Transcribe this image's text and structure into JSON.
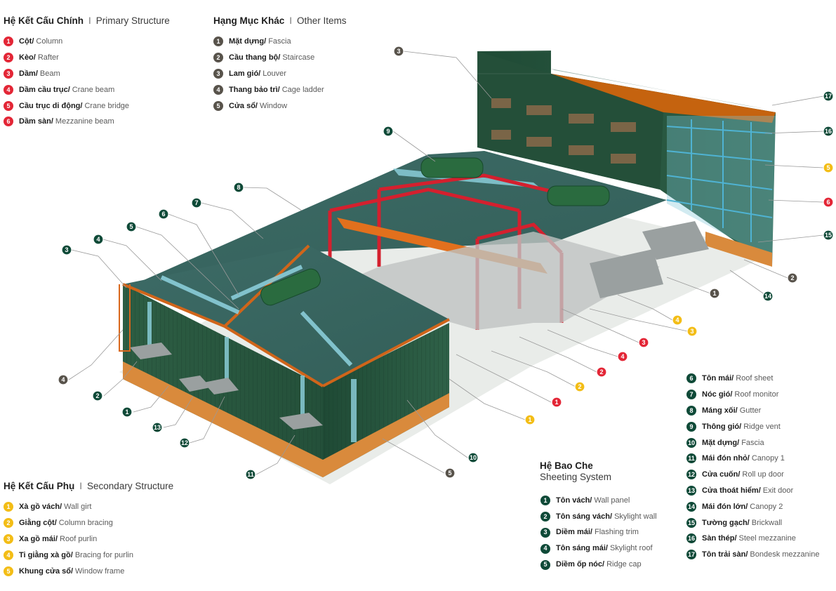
{
  "colors": {
    "red": "#e32636",
    "gray": "#58534b",
    "yellow": "#f3bd16",
    "green": "#0f4a38"
  },
  "primary": {
    "title_vi": "Hệ Kết Cấu Chính",
    "sep": "I",
    "title_en": "Primary Structure",
    "color": "red",
    "items": [
      {
        "n": "1",
        "vi": "Cột/",
        "en": "Column"
      },
      {
        "n": "2",
        "vi": "Kèo/",
        "en": "Rafter"
      },
      {
        "n": "3",
        "vi": "Dầm/",
        "en": "Beam"
      },
      {
        "n": "4",
        "vi": "Dầm cầu trục/",
        "en": "Crane beam"
      },
      {
        "n": "5",
        "vi": "Cầu trục di động/",
        "en": "Crane bridge"
      },
      {
        "n": "6",
        "vi": "Dầm sàn/",
        "en": "Mezzanine beam"
      }
    ]
  },
  "other": {
    "title_vi": "Hạng Mục Khác",
    "sep": "I",
    "title_en": "Other Items",
    "color": "gray",
    "items": [
      {
        "n": "1",
        "vi": "Mặt dựng/",
        "en": "Fascia"
      },
      {
        "n": "2",
        "vi": "Cầu thang bộ/",
        "en": "Staircase"
      },
      {
        "n": "3",
        "vi": "Lam gió/",
        "en": "Louver"
      },
      {
        "n": "4",
        "vi": "Thang bảo trì/",
        "en": "Cage ladder"
      },
      {
        "n": "5",
        "vi": "Cửa sổ/",
        "en": "Window"
      }
    ]
  },
  "secondary": {
    "title_vi": "Hệ Kết Cấu Phụ",
    "sep": "I",
    "title_en": "Secondary Structure",
    "color": "yellow",
    "items": [
      {
        "n": "1",
        "vi": "Xà gồ vách/",
        "en": "Wall girt"
      },
      {
        "n": "2",
        "vi": "Giằng cột/",
        "en": "Column bracing"
      },
      {
        "n": "3",
        "vi": "Xa gồ mái/",
        "en": "Roof purlin"
      },
      {
        "n": "4",
        "vi": "Ti giằng xà gồ/",
        "en": "Bracing for purlin"
      },
      {
        "n": "5",
        "vi": "Khung cửa sổ/",
        "en": "Window frame"
      }
    ]
  },
  "sheeting": {
    "title_vi": "Hệ Bao Che",
    "title_en": "Sheeting System",
    "color": "green",
    "items": [
      {
        "n": "1",
        "vi": "Tôn vách/",
        "en": "Wall panel"
      },
      {
        "n": "2",
        "vi": "Tôn sáng vách/",
        "en": "Skylight wall"
      },
      {
        "n": "3",
        "vi": "Diềm mái/",
        "en": "Flashing trim"
      },
      {
        "n": "4",
        "vi": "Tôn sáng mái/",
        "en": "Skylight roof"
      },
      {
        "n": "5",
        "vi": "Diềm ốp nóc/",
        "en": "Ridge cap"
      }
    ],
    "items2": [
      {
        "n": "6",
        "vi": "Tôn mái/",
        "en": "Roof sheet"
      },
      {
        "n": "7",
        "vi": "Nóc gió/",
        "en": "Roof monitor"
      },
      {
        "n": "8",
        "vi": "Máng xối/",
        "en": "Gutter"
      },
      {
        "n": "9",
        "vi": "Thông gió/",
        "en": "Ridge vent"
      },
      {
        "n": "10",
        "vi": "Mặt dựng/",
        "en": "Fascia"
      },
      {
        "n": "11",
        "vi": "Mái đón nhỏ/",
        "en": "Canopy 1"
      },
      {
        "n": "12",
        "vi": "Cửa cuốn/",
        "en": "Roll up door"
      },
      {
        "n": "13",
        "vi": "Cửa thoát hiểm/",
        "en": "Exit door"
      },
      {
        "n": "14",
        "vi": "Mái đón lớn/",
        "en": "Canopy 2"
      },
      {
        "n": "15",
        "vi": "Tường gạch/",
        "en": "Brickwall"
      },
      {
        "n": "16",
        "vi": "Sàn thép/",
        "en": "Steel mezzanine"
      },
      {
        "n": "17",
        "vi": "Tôn trải sàn/",
        "en": "Bondesk mezzanine"
      }
    ]
  },
  "callouts": [
    {
      "n": "3",
      "c": "gray"
    },
    {
      "n": "9",
      "c": "green"
    },
    {
      "n": "17",
      "c": "green"
    },
    {
      "n": "16",
      "c": "green"
    },
    {
      "n": "5",
      "c": "yellow"
    },
    {
      "n": "6",
      "c": "red"
    },
    {
      "n": "15",
      "c": "green"
    },
    {
      "n": "2",
      "c": "gray"
    },
    {
      "n": "14",
      "c": "green"
    },
    {
      "n": "1",
      "c": "gray"
    },
    {
      "n": "8",
      "c": "green"
    },
    {
      "n": "7",
      "c": "green"
    },
    {
      "n": "6",
      "c": "green"
    },
    {
      "n": "5",
      "c": "green"
    },
    {
      "n": "4",
      "c": "green"
    },
    {
      "n": "3",
      "c": "green"
    },
    {
      "n": "4",
      "c": "gray"
    },
    {
      "n": "2",
      "c": "green"
    },
    {
      "n": "1",
      "c": "green"
    },
    {
      "n": "13",
      "c": "green"
    },
    {
      "n": "12",
      "c": "green"
    },
    {
      "n": "11",
      "c": "green"
    },
    {
      "n": "4",
      "c": "yellow"
    },
    {
      "n": "3",
      "c": "yellow"
    },
    {
      "n": "3",
      "c": "red"
    },
    {
      "n": "4",
      "c": "red"
    },
    {
      "n": "2",
      "c": "red"
    },
    {
      "n": "2",
      "c": "yellow"
    },
    {
      "n": "1",
      "c": "red"
    },
    {
      "n": "1",
      "c": "yellow"
    },
    {
      "n": "10",
      "c": "green"
    },
    {
      "n": "5",
      "c": "gray"
    }
  ]
}
